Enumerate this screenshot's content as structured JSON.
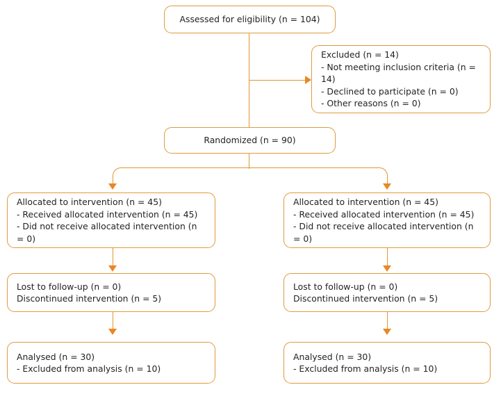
{
  "diagram": {
    "type": "consort-flow-diagram",
    "colors": {
      "box_border": "#e09a3e",
      "connector": "#e0962f",
      "arrowhead": "#ea8723",
      "text": "#231f20",
      "background": "#ffffff"
    },
    "nodes": {
      "assessed": {
        "id": "assessed-for-eligibility",
        "text": "Assessed for eligibility (n = 104)",
        "align": "center"
      },
      "excluded": {
        "id": "excluded",
        "lines": [
          "Excluded (n = 14)",
          "- Not meeting inclusion criteria (n = 14)",
          "- Declined to participate (n = 0)",
          "- Other reasons (n = 0)"
        ]
      },
      "randomized": {
        "id": "randomized",
        "text": "Randomized (n = 90)",
        "align": "center"
      },
      "allocated_left": {
        "id": "allocated-left",
        "lines": [
          "Allocated to intervention (n = 45)",
          "- Received allocated intervention (n = 45)",
          "- Did not receive allocated intervention (n = 0)"
        ]
      },
      "allocated_right": {
        "id": "allocated-right",
        "lines": [
          "Allocated to intervention (n = 45)",
          "- Received allocated intervention (n = 45)",
          "- Did not receive allocated intervention (n = 0)"
        ]
      },
      "followup_left": {
        "id": "followup-left",
        "lines": [
          "Lost to follow-up (n = 0)",
          "Discontinued intervention (n = 5)"
        ]
      },
      "followup_right": {
        "id": "followup-right",
        "lines": [
          "Lost to follow-up (n = 0)",
          "Discontinued intervention (n = 5)"
        ]
      },
      "analysed_left": {
        "id": "analysed-left",
        "lines": [
          "Analysed (n = 30)",
          "- Excluded from analysis (n = 10)"
        ]
      },
      "analysed_right": {
        "id": "analysed-right",
        "lines": [
          "Analysed (n = 30)",
          "- Excluded from analysis (n = 10)"
        ]
      }
    },
    "connectors": [
      {
        "id": "assessed-to-randomized",
        "kind": "vertical-line"
      },
      {
        "id": "assessed-to-excluded",
        "kind": "horizontal-arrow"
      },
      {
        "id": "randomized-split",
        "kind": "branch-fork"
      },
      {
        "id": "allocated-left-to-followup-left",
        "kind": "vertical-arrow"
      },
      {
        "id": "allocated-right-to-followup-right",
        "kind": "vertical-arrow"
      },
      {
        "id": "followup-left-to-analysed-left",
        "kind": "vertical-arrow"
      },
      {
        "id": "followup-right-to-analysed-right",
        "kind": "vertical-arrow"
      }
    ]
  }
}
